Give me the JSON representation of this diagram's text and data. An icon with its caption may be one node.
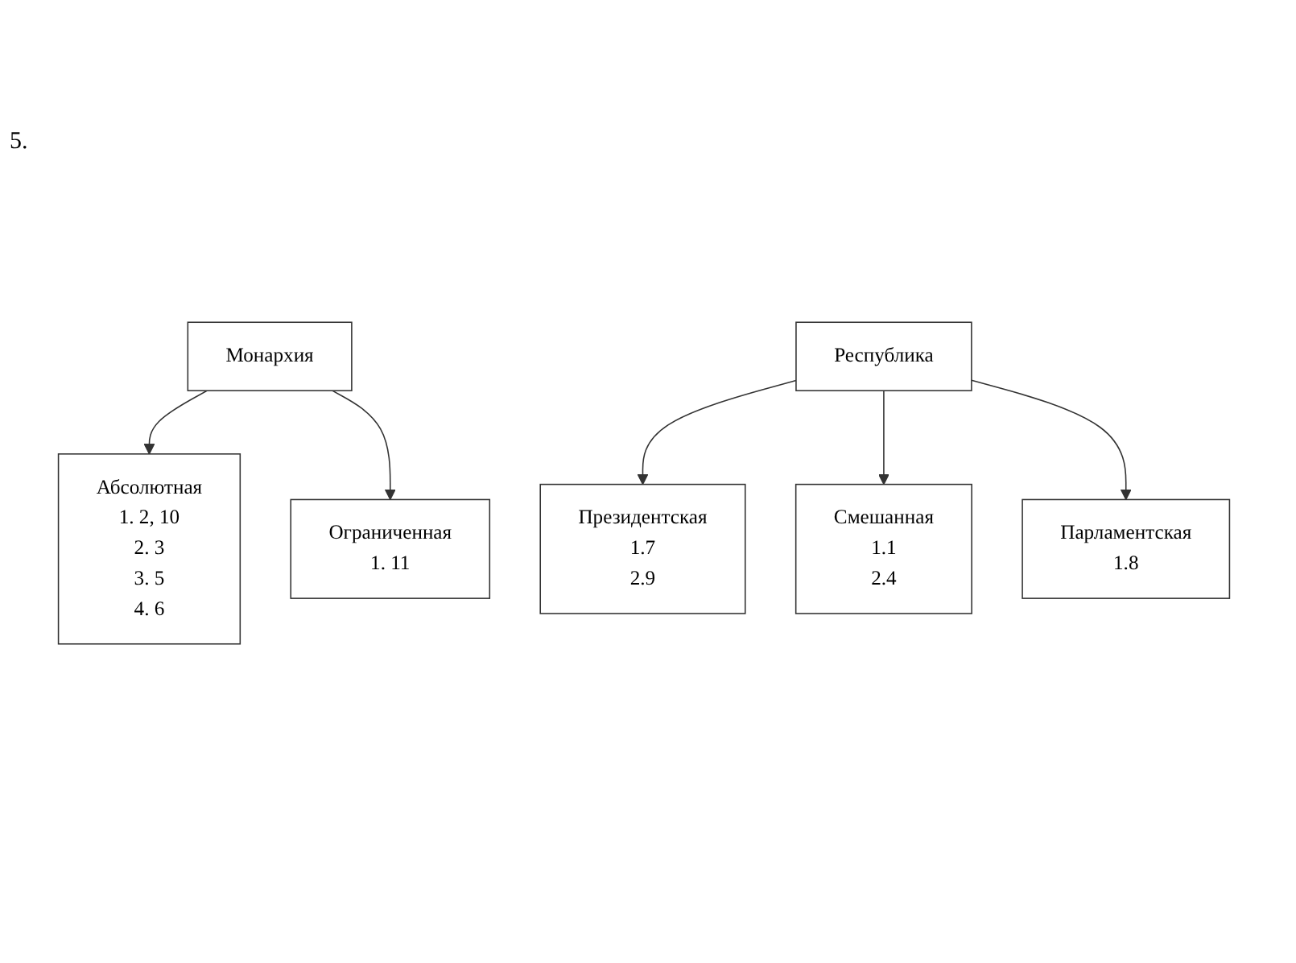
{
  "diagram": {
    "nodes": [
      {
        "text": [
          "Монархия"
        ]
      },
      {
        "text": [
          "Абсолютная",
          "1. 2, 10",
          "2. 3",
          "3. 5",
          "4. 6"
        ]
      },
      {
        "text": [
          "Ограниченная",
          "1. 11"
        ]
      },
      {
        "text": [
          "Республика"
        ]
      },
      {
        "text": [
          "Президентская",
          "1.7",
          "2.9"
        ]
      },
      {
        "text": [
          "Смешанная",
          "1.1",
          "2.4"
        ]
      },
      {
        "text": [
          "Парламентская",
          "1.8"
        ]
      }
    ],
    "edges": [
      {
        "from": 0,
        "to": 1,
        "arrow": "to"
      },
      {
        "from": 0,
        "to": 2,
        "arrow": "to"
      },
      {
        "from": 3,
        "to": 4,
        "arrow": "to"
      },
      {
        "from": 3,
        "to": 5,
        "arrow": "to"
      },
      {
        "from": 3,
        "to": 6,
        "arrow": "to"
      }
    ],
    "labels": [
      "5."
    ]
  }
}
